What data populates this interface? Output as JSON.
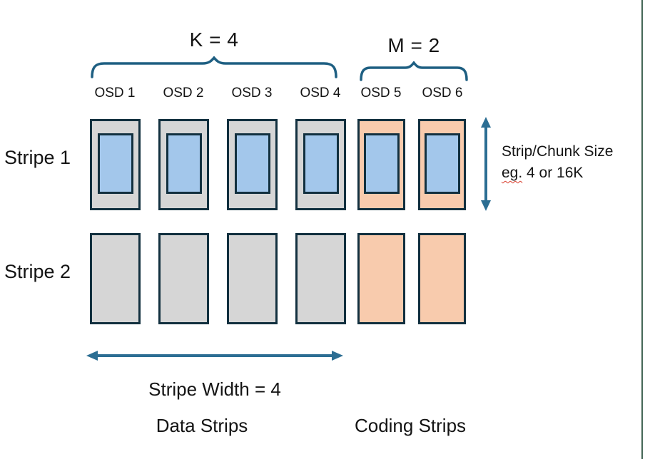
{
  "colors": {
    "background": "#ffffff",
    "text": "#141414",
    "accent_brace": "#1e5f82",
    "accent_arrow": "#2c6e93",
    "box_border": "#12303f",
    "data_fill": "#d6d6d6",
    "coding_fill": "#f8cbad",
    "chunk_fill": "#a3c7eb",
    "squiggle": "#d83b2a",
    "edge_line_green": "#456757"
  },
  "braces": {
    "k_label": "K = 4",
    "m_label": "M = 2"
  },
  "osd_headers": [
    "OSD 1",
    "OSD 2",
    "OSD 3",
    "OSD 4",
    "OSD 5",
    "OSD 6"
  ],
  "stripes": [
    {
      "label": "Stripe 1"
    },
    {
      "label": "Stripe 2"
    }
  ],
  "side_note": {
    "line1": "Strip/Chunk Size",
    "line2_word": "eg.",
    "line2_rest": " 4 or 16K"
  },
  "bottom": {
    "stripe_width": "Stripe Width = 4",
    "data_strips": "Data Strips",
    "coding_strips": "Coding Strips"
  }
}
